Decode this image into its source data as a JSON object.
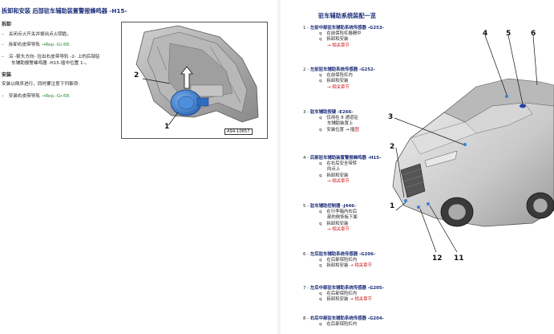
{
  "left_page": {
    "title": "拆卸和安装 后部驻车辅助装置警报蜂鸣器 -H15-",
    "section1_heading": "拆卸",
    "remove_steps": [
      {
        "bullet": "–",
        "text": "关闭点火开关并拔出点火钥匙。"
      },
      {
        "bullet": "–",
        "text": "拆卸右皮带导轨 ",
        "ref": "→Rep.-Gr.68."
      },
      {
        "bullet": "–",
        "text": "沿 -箭头方向- 拉出右皮带导轨 -2- 上的后部驻"
      },
      {
        "bullet": "",
        "text": "车辅助报警蜂鸣器 -H15-插中位置 1-。"
      }
    ],
    "section2_heading": "安装",
    "install_note": "安装以倒序进行，同时要注意下列事项:",
    "install_steps": [
      {
        "bullet": "–",
        "text": "安装右皮带导轨 ",
        "ref": "→Rep.-Gr.68."
      }
    ],
    "figure": {
      "label_1": "1",
      "label_2": "2",
      "code": "A94-10657"
    }
  },
  "right_page": {
    "title": "驻车辅助系统装配一览",
    "items": [
      {
        "num": "1 -",
        "name": "左前中部驻车辅助系统传感器 -G253-",
        "lines": [
          {
            "b": "q",
            "t": "在前保险杠格栅中"
          },
          {
            "b": "q",
            "t": "拆卸和安装"
          },
          {
            "b": "",
            "t": "→ 相关章节",
            "red": true
          }
        ]
      },
      {
        "num": "2 -",
        "name": "左前驻车辅助系统传感器 -G252-",
        "lines": [
          {
            "b": "q",
            "t": "在前保险杠内"
          },
          {
            "b": "q",
            "t": "拆卸和安装"
          },
          {
            "b": "",
            "t": "→ 相关章节",
            "red": true
          }
        ]
      },
      {
        "num": "3 -",
        "name": "驻车辅助按键 -E266-",
        "lines": [
          {
            "b": "q",
            "t": "仅用在 8 通道驻"
          },
          {
            "b": "",
            "t": "车辅助装置上"
          },
          {
            "b": "q",
            "t": "安装位置 → 插",
            "red_tail": "图"
          }
        ]
      },
      {
        "num": "4 -",
        "name": "后部驻车辅助装置警报蜂鸣器 -H15-",
        "lines": [
          {
            "b": "q",
            "t": "在右后安全带转"
          },
          {
            "b": "",
            "t": "向点上"
          },
          {
            "b": "q",
            "t": "拆卸和安装"
          },
          {
            "b": "",
            "t": "→ 相关章节",
            "red": true
          }
        ]
      },
      {
        "num": "5 -",
        "name": "驻车辅助控制器 -J446-",
        "lines": [
          {
            "b": "q",
            "t": "在行李箱内右后"
          },
          {
            "b": "",
            "t": "部的侧饰板下面"
          },
          {
            "b": "q",
            "t": "拆卸和安装"
          },
          {
            "b": "",
            "t": "→ 相关章节",
            "red": true
          }
        ]
      },
      {
        "num": "6 -",
        "name": "左后驻车辅助系统传感器 -G206-",
        "lines": [
          {
            "b": "q",
            "t": "在后部保险杠内"
          },
          {
            "b": "q",
            "t": "拆卸和安装 → 相关章节",
            "red_split": true
          }
        ]
      },
      {
        "num": "7 -",
        "name": "左后中部驻车辅助系统传感器 -G205-",
        "lines": [
          {
            "b": "q",
            "t": "在后部保险杠内"
          },
          {
            "b": "q",
            "t": "拆卸和安装 → 相关章节",
            "red_split": true
          }
        ]
      },
      {
        "num": "8 -",
        "name": "右后中部驻车辅助系统传感器 -G204-",
        "lines": [
          {
            "b": "q",
            "t": "在后部保险杠内"
          }
        ]
      }
    ],
    "car_labels": [
      "4",
      "5",
      "6",
      "3",
      "2",
      "1",
      "12",
      "11"
    ]
  },
  "colors": {
    "title": "#1b2d7a",
    "link": "#2a8a3a",
    "red": "#cc1818",
    "speaker": "#3a7fd0"
  }
}
